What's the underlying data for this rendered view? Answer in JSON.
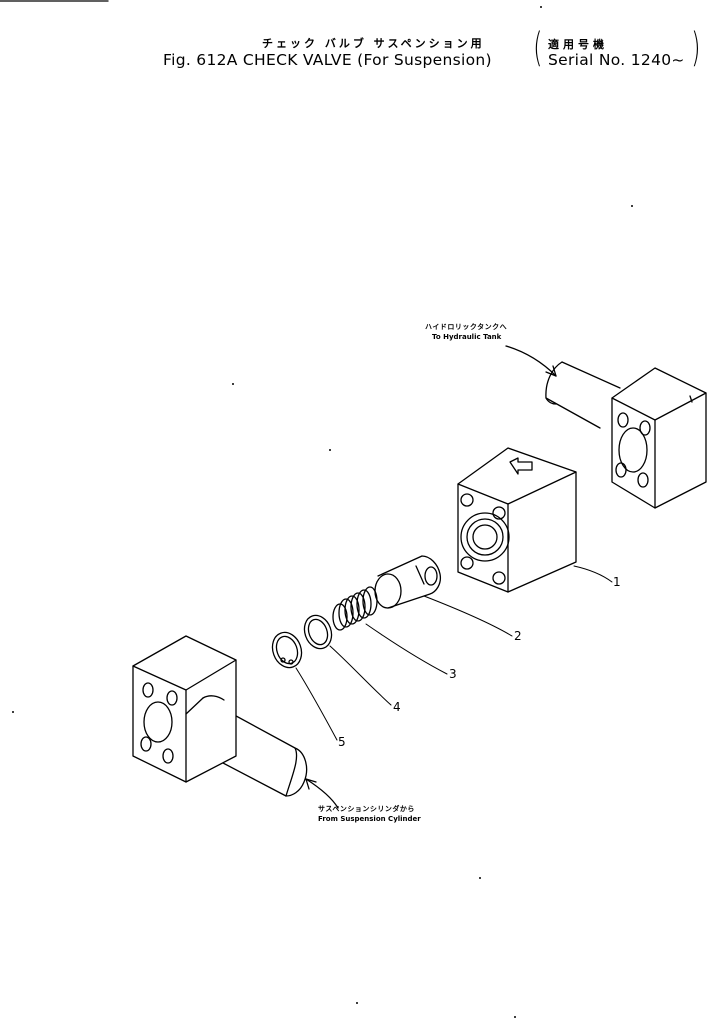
{
  "header": {
    "title_jp": "チェック バルブ サスペンション用",
    "title_en": "Fig. 612A  CHECK VALVE (For Suspension)",
    "serial_jp": "適用号機",
    "serial_en": "Serial No. 1240~",
    "paren_open": "(",
    "paren_close": ")"
  },
  "annotations": {
    "to_tank_jp": "ハイドロリックタンクへ",
    "to_tank_en": "To Hydraulic Tank",
    "from_cyl_jp": "サスペンションシリンダから",
    "from_cyl_en": "From Suspension Cylinder"
  },
  "callouts": [
    "1",
    "2",
    "3",
    "4",
    "5"
  ]
}
